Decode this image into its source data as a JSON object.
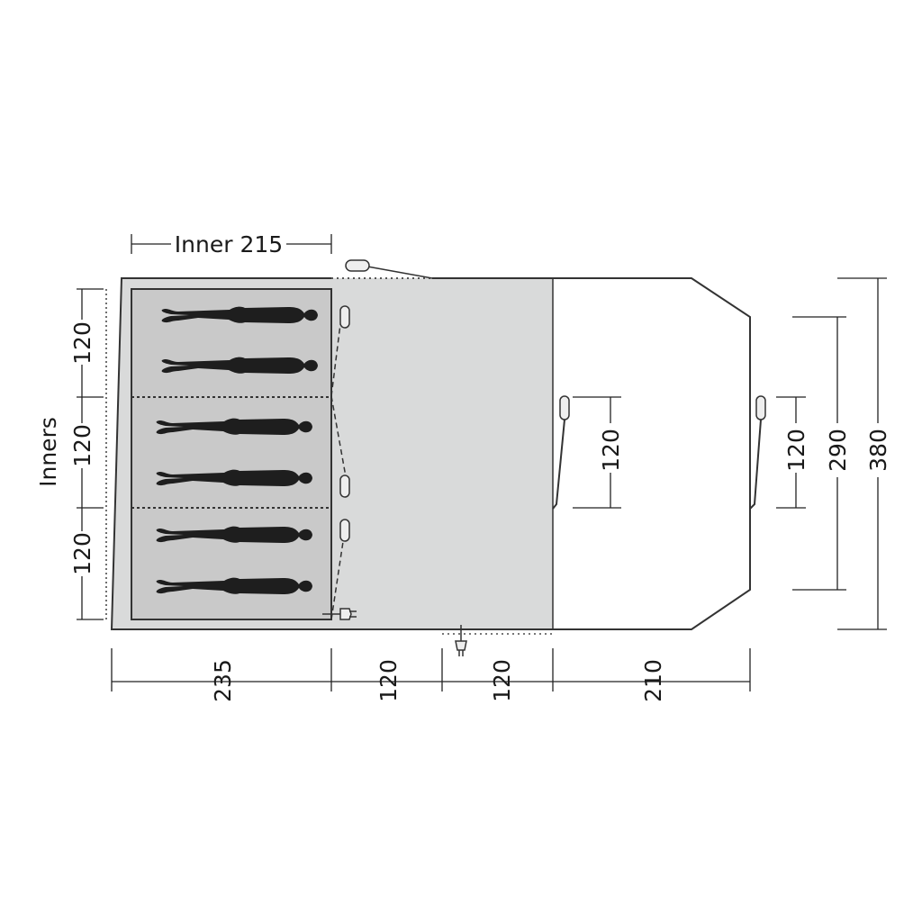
{
  "title": "Tent floor plan",
  "inner_width_label": "Inner 215",
  "inners_label": "Inners",
  "inner_depths": [
    "120",
    "120",
    "120"
  ],
  "bottom_dimensions": [
    "235",
    "120",
    "120",
    "210"
  ],
  "porch_door_width": "120",
  "front_door_width": "120",
  "front_width": "290",
  "total_width": "380",
  "colors": {
    "tent_fill": "#d9dada",
    "inner_fill": "#c9c9c9",
    "outline": "#333333",
    "person": "#1e1e1e"
  }
}
